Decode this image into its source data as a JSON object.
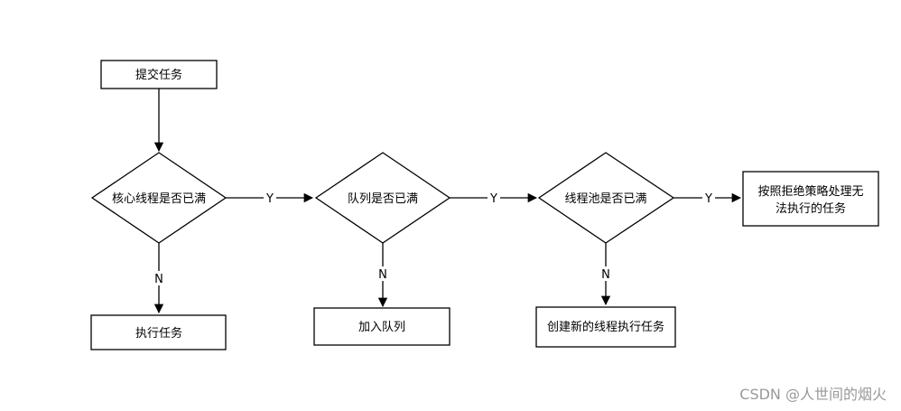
{
  "diagram": {
    "nodes": {
      "submit": "提交任务",
      "core_full": "核心线程是否已满",
      "queue_full": "队列是否已满",
      "pool_full": "线程池是否已满",
      "reject_line1": "按照拒绝策略处理无",
      "reject_line2": "法执行的任务",
      "execute": "执行任务",
      "enqueue": "加入队列",
      "new_thread": "创建新的线程执行任务"
    },
    "edges": {
      "core_to_queue": "Y",
      "queue_to_pool": "Y",
      "pool_to_reject": "Y",
      "core_to_execute": "N",
      "queue_to_enqueue": "N",
      "pool_to_new_thread": "N"
    }
  },
  "watermark": "CSDN @人世间的烟火"
}
